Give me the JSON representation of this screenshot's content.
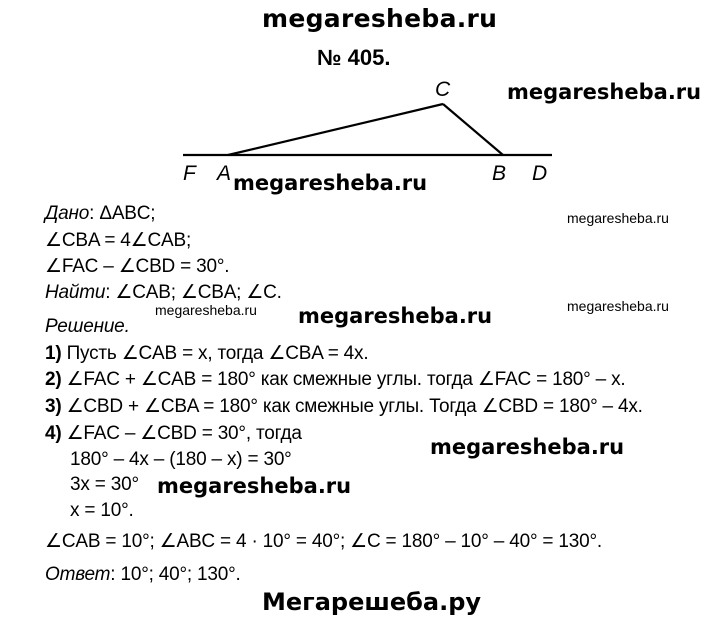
{
  "header": {
    "site": "megaresheba.ru",
    "problem_number": "№ 405."
  },
  "figure": {
    "labels": {
      "C": "C",
      "F": "F",
      "A": "A",
      "B": "B",
      "D": "D"
    }
  },
  "watermarks": {
    "w1": "megaresheba.ru",
    "w2": "megaresheba.ru",
    "w3": "megaresheba.ru",
    "w4": "megaresheba.ru",
    "w5": "megaresheba.ru",
    "w6": "megaresheba.ru",
    "w7": "megaresheba.ru",
    "w8": "megaresheba.ru"
  },
  "solution": {
    "given_label": "Дано",
    "given_tri": ": ΔABC;",
    "g1": "∠CBA = 4∠CAB;",
    "g2": "∠FAC – ∠CBD = 30°.",
    "find_label": "Найти",
    "find_text": ": ∠CAB; ∠CBA; ∠C.",
    "solution_label": "Решение",
    "s1_num": "1)",
    "s1": " Пусть ∠CAB = x, тогда ∠CBA = 4x.",
    "s2_num": "2)",
    "s2": " ∠FAC + ∠CAB = 180° как смежные углы. тогда ∠FAC = 180° – x.",
    "s3_num": "3)",
    "s3": " ∠CBD + ∠CBA = 180° как смежные углы. Тогда ∠CBD = 180° – 4x.",
    "s4_num": "4)",
    "s4": " ∠FAC – ∠CBD = 30°, тогда",
    "eq1": "180° – 4x – (180 – x) = 30°",
    "eq2": "3x = 30°",
    "eq3": "x = 10°.",
    "final": "∠CAB = 10°; ∠ABC = 4 · 10° = 40°; ∠C = 180° – 10° – 40° = 130°.",
    "answer_label": "Ответ",
    "answer_text": ": 10°; 40°; 130°."
  },
  "footer": {
    "site_ru": "Мегарешеба.ру"
  }
}
